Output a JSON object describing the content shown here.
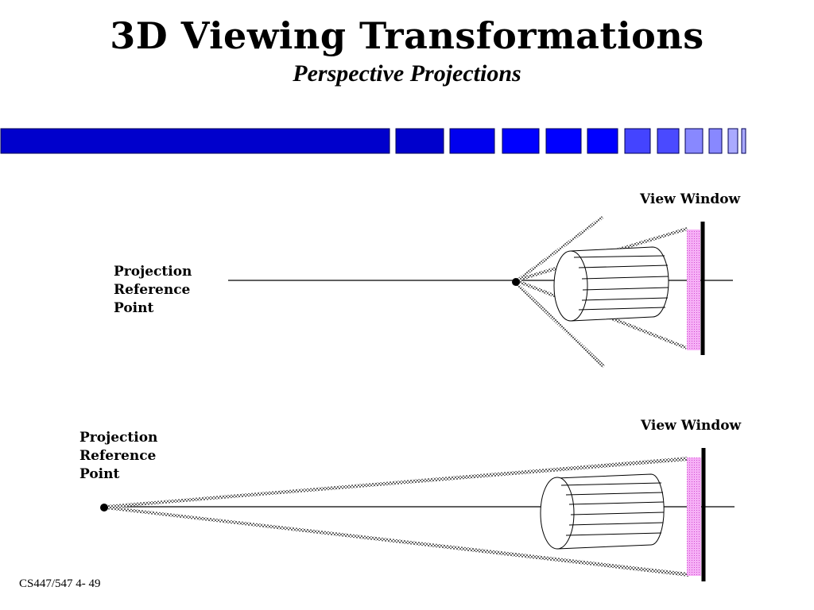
{
  "title": "3D Viewing Transformations",
  "subtitle": "Perspective Projections",
  "diagram_top": {
    "view_window_label": "View Window",
    "prp_label": [
      "Projection",
      "Reference",
      "Point"
    ]
  },
  "diagram_bottom": {
    "view_window_label": "View Window",
    "prp_label": [
      "Projection",
      "Reference",
      "Point"
    ]
  },
  "footer": "CS447/547 4- 49",
  "colors": {
    "banner_dark": "#0000cc",
    "banner_mid": "#0000ff",
    "banner_light": "#4444ff",
    "banner_lighter": "#8888ff",
    "view_plane": "#ee88ee",
    "ink": "#000000"
  }
}
